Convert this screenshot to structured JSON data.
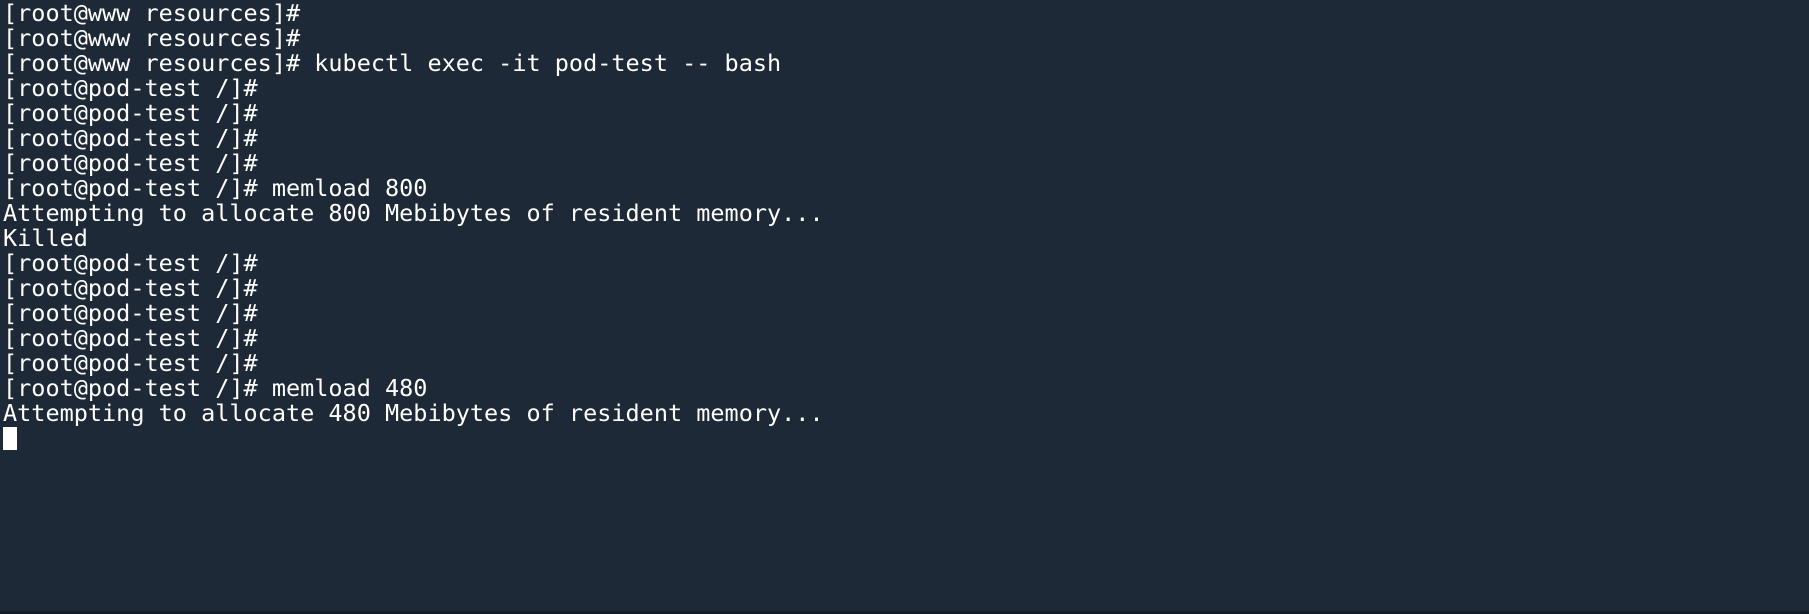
{
  "terminal": {
    "colors": {
      "background": "#1d2936",
      "foreground": "#ffffff",
      "cursor": "#ffffff",
      "bottom_edge": "#141b25"
    },
    "lines": [
      "[root@www resources]#",
      "[root@www resources]#",
      "[root@www resources]# kubectl exec -it pod-test -- bash",
      "[root@pod-test /]#",
      "[root@pod-test /]#",
      "[root@pod-test /]#",
      "[root@pod-test /]#",
      "[root@pod-test /]# memload 800",
      "Attempting to allocate 800 Mebibytes of resident memory...",
      "Killed",
      "[root@pod-test /]#",
      "[root@pod-test /]#",
      "[root@pod-test /]#",
      "[root@pod-test /]#",
      "[root@pod-test /]#",
      "[root@pod-test /]# memload 480",
      "Attempting to allocate 480 Mebibytes of resident memory..."
    ],
    "cursor": {
      "visible": true,
      "style": "block",
      "line": 18,
      "column": 1
    }
  }
}
